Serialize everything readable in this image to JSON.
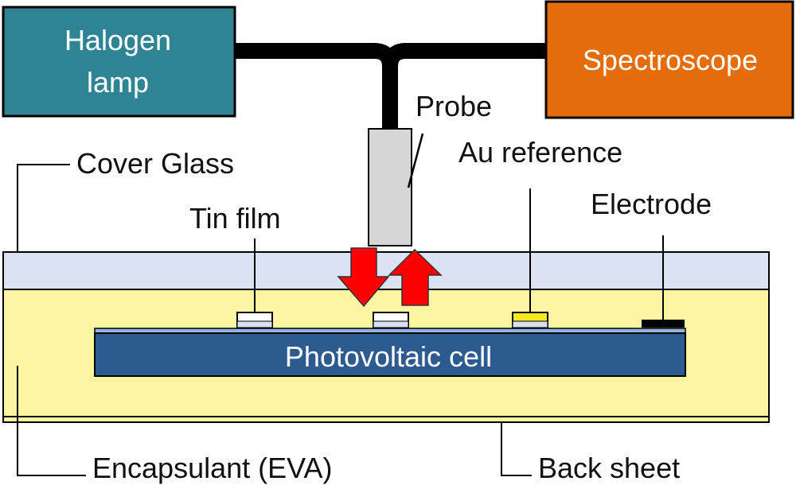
{
  "components": {
    "halogen_lamp": {
      "line1": "Halogen",
      "line2": "lamp",
      "color": "#2f8494"
    },
    "spectroscope": {
      "label": "Spectroscope",
      "color": "#e46c0a"
    },
    "probe": {
      "label": "Probe"
    },
    "photovoltaic_cell": {
      "label": "Photovoltaic cell",
      "color": "#2e5b8f"
    }
  },
  "labels": {
    "cover_glass": "Cover Glass",
    "tin_film": "Tin film",
    "au_reference": "Au reference",
    "electrode": "Electrode",
    "encapsulant": "Encapsulant (EVA)",
    "back_sheet": "Back sheet"
  },
  "colors": {
    "cover_glass": "#dbe3f3",
    "encapsulant": "#fbf5a2",
    "au_reference": "#f5e81c",
    "tin_film": "#d8dff0",
    "arrow": "#ff0000",
    "cable": "#000000"
  }
}
